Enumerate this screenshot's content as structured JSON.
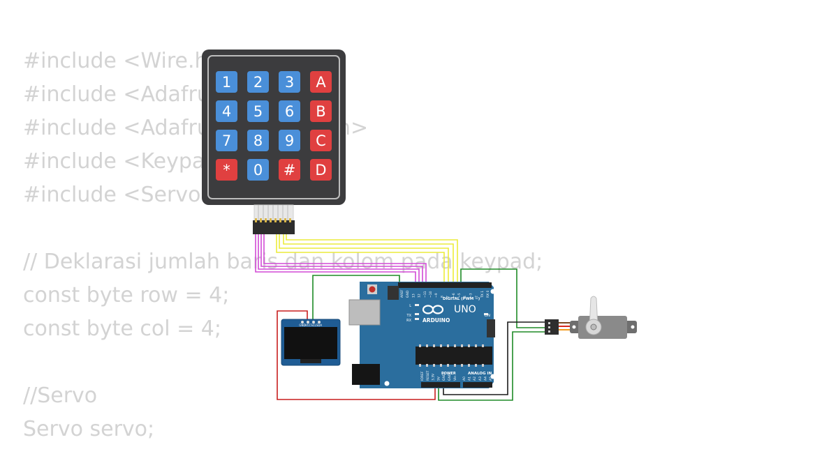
{
  "code_lines": [
    "#include <Wire.h>",
    "#include <Adafruit_GFX.h>",
    "#include <Adafruit_SSD1306.h>",
    "#include <Keypad.h>",
    "#include <Servo.h>",
    "",
    "// Deklarasi jumlah baris dan kolom pada keypad;",
    "const byte row = 4;",
    "const byte col = 4;",
    "",
    "//Servo",
    "Servo servo;"
  ],
  "keypad": {
    "keys": [
      [
        "1",
        "2",
        "3",
        "A"
      ],
      [
        "4",
        "5",
        "6",
        "B"
      ],
      [
        "7",
        "8",
        "9",
        "C"
      ],
      [
        "*",
        "0",
        "#",
        "D"
      ]
    ],
    "colors": {
      "number_key": "#4a8fd9",
      "letter_key": "#e04040",
      "body": "#3c3c3e"
    }
  },
  "arduino": {
    "brand": "ARDUINO",
    "model": "UNO",
    "digital_label": "DIGITAL (PWM ~)",
    "analog_label": "ANALOG IN",
    "power_label": "POWER",
    "on_label": "ON",
    "tx_label": "TX",
    "rx_label": "RX",
    "l_label": "L",
    "digital_pins": [
      "AREF",
      "GND",
      "13",
      "12",
      "~11",
      "~10",
      "~9",
      "8",
      "7",
      "~6",
      "~5",
      "4",
      "~3",
      "2",
      "TX 1",
      "RX 0"
    ],
    "power_pins": [
      "IOREF",
      "RESET",
      "3.3V",
      "5V",
      "GND",
      "GND",
      "Vin"
    ],
    "analog_pins": [
      "A0",
      "A1",
      "A2",
      "A3",
      "A4",
      "A5"
    ],
    "board_color": "#2b6e9e"
  },
  "oled": {
    "pins": [
      "GND",
      "VCC",
      "SCL",
      "SDA"
    ]
  },
  "wire_colors": {
    "rows": "#d24ad6",
    "cols": "#ecec3a",
    "gnd": "#1e8a26",
    "power": "#c81e1e",
    "black": "#1a1a1a"
  }
}
